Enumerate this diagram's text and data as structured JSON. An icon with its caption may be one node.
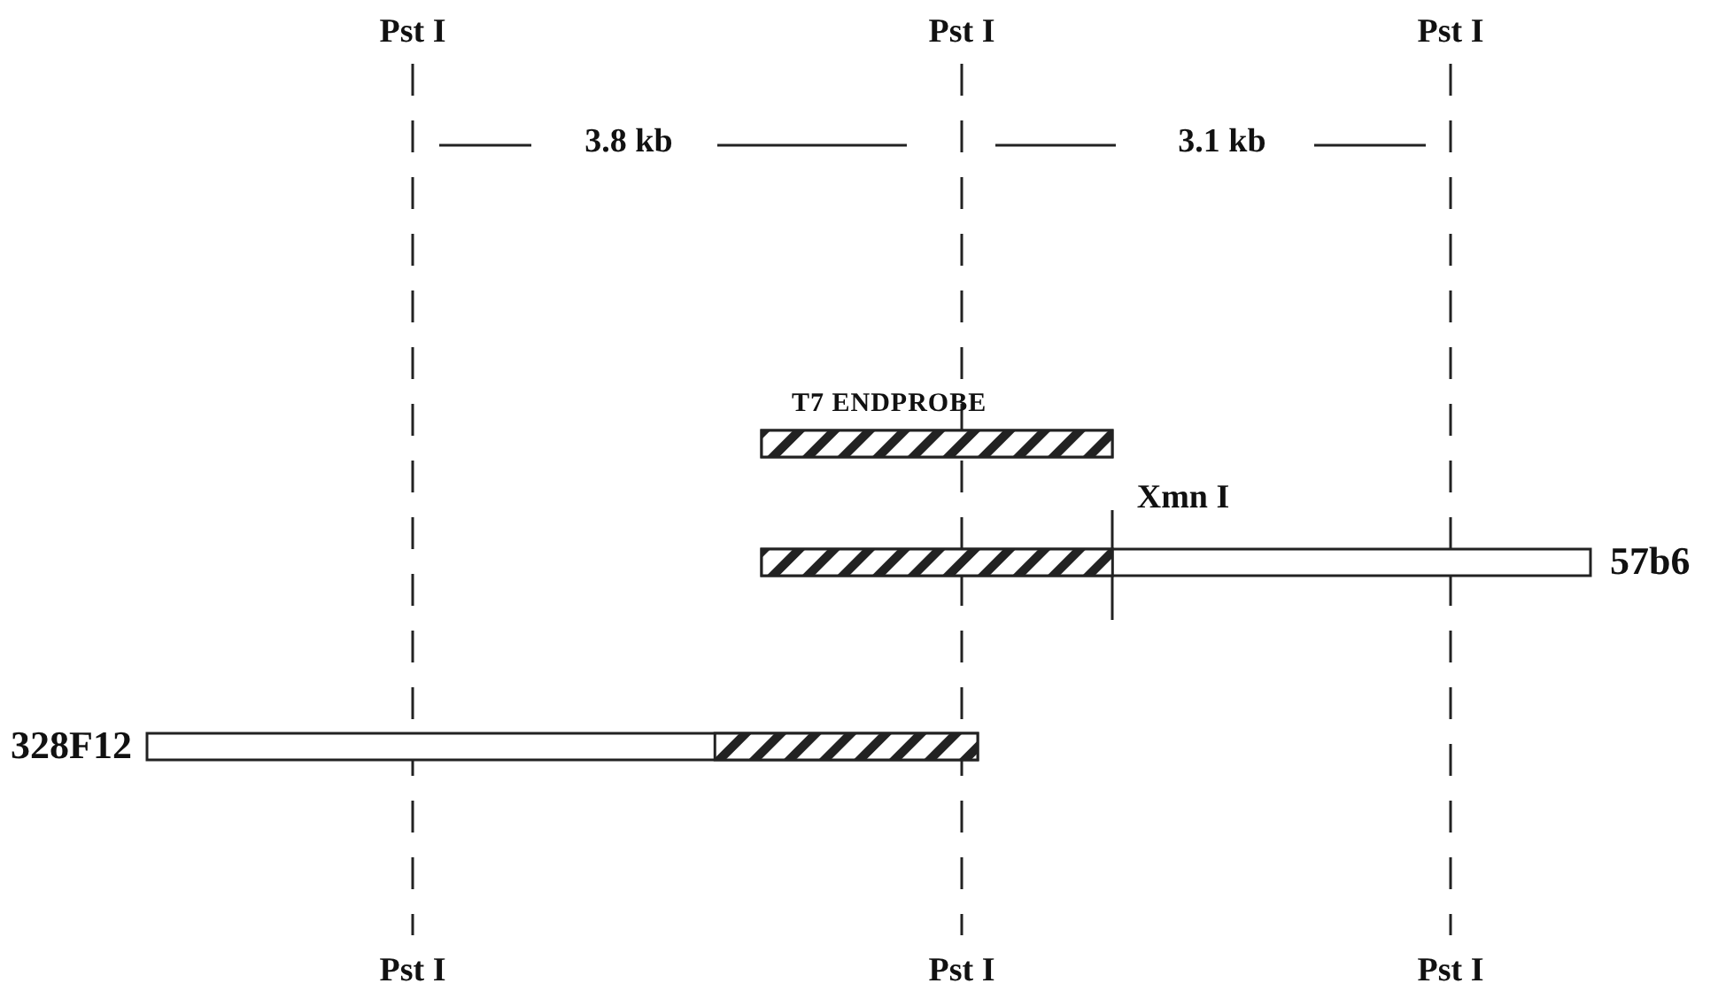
{
  "diagram": {
    "nodes": [
      {
        "text": [
          "T7 ENDPROBE"
        ]
      },
      {
        "text": [
          "57b6"
        ]
      },
      {
        "text": [
          "328F12"
        ]
      }
    ],
    "labels": [
      "Pst I",
      "Pst I",
      "Pst I",
      "3.8 kb",
      "3.1 kb",
      "Xmn I",
      "Pst I",
      "Pst I",
      "Pst I"
    ]
  }
}
